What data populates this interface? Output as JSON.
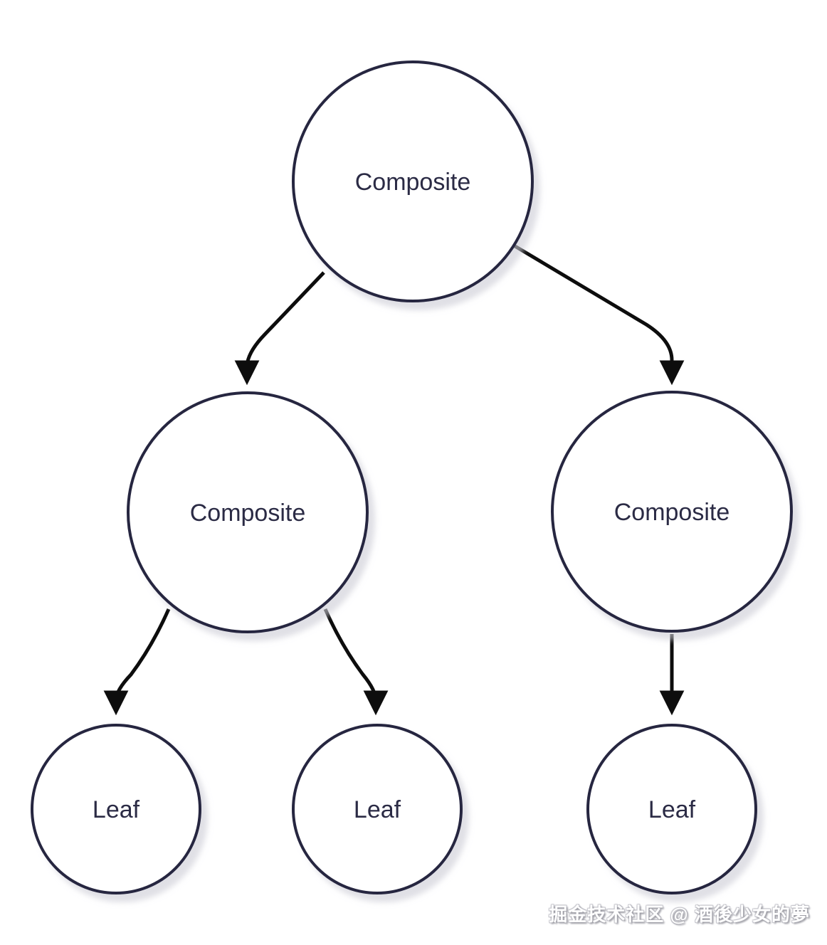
{
  "diagram": {
    "type": "tree",
    "subject": "Composite design pattern structure",
    "nodes": [
      {
        "id": "root",
        "label": "Composite",
        "level": 0
      },
      {
        "id": "composite-left",
        "label": "Composite",
        "level": 1
      },
      {
        "id": "composite-right",
        "label": "Composite",
        "level": 1
      },
      {
        "id": "leaf-1",
        "label": "Leaf",
        "level": 2
      },
      {
        "id": "leaf-2",
        "label": "Leaf",
        "level": 2
      },
      {
        "id": "leaf-3",
        "label": "Leaf",
        "level": 2
      }
    ],
    "edges": [
      {
        "from": "root",
        "to": "composite-left",
        "style": "arrow"
      },
      {
        "from": "root",
        "to": "composite-right",
        "style": "arrow"
      },
      {
        "from": "composite-left",
        "to": "leaf-1",
        "style": "arrow"
      },
      {
        "from": "composite-left",
        "to": "leaf-2",
        "style": "arrow"
      },
      {
        "from": "composite-right",
        "to": "leaf-3",
        "style": "arrow"
      }
    ],
    "colors": {
      "background": "#ffffff",
      "node_fill": "#ffffff",
      "node_border": "#262640",
      "node_label": "#2b2b45",
      "edge_stroke": "#0d0d0d",
      "node_shadow": "#cbcbd6"
    }
  },
  "watermark": {
    "text": "掘金技术社区 @ 酒後少女的夢",
    "color": "#ffffff"
  }
}
